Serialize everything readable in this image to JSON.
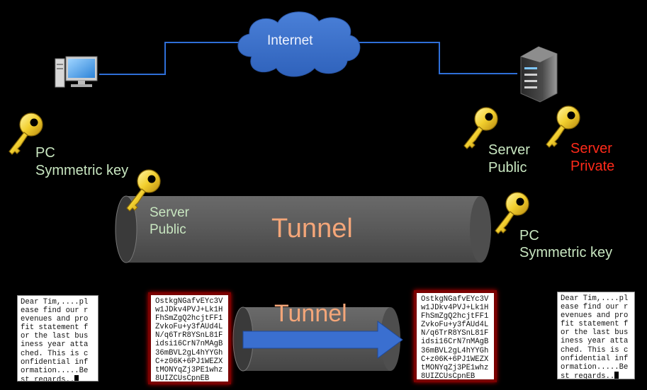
{
  "cloud": {
    "label": "Internet"
  },
  "keys": {
    "pc_left": {
      "line1": "PC",
      "line2": "Symmetric key"
    },
    "server_public_top": {
      "line1": "Server",
      "line2": "Public"
    },
    "server_private": {
      "line1": "Server",
      "line2": "Private"
    },
    "server_public_tunnel": {
      "line1": "Server",
      "line2": "Public"
    },
    "pc_right": {
      "line1": "PC",
      "line2": "Symmetric key"
    }
  },
  "tunnel": {
    "label_main": "Tunnel",
    "label_small": "Tunnel"
  },
  "documents": {
    "plaintext_left": "Dear Tim,....pl\nease find our r\nevenues and pro\nfit statement f\nor the last bus\niness year atta\nched. This is c\nonfidential inf\normation.....Be\nst regards..",
    "ciphertext_left": "OstkgNGafvEYc3V\nw1JDkv4PVJ+Lk1H\nFhSmZgQ2hcjtFF1\nZvkoFu+y3fAUd4L\nN/q6TrR8YSnL81F\nidsi16CrN7nMAgB\n36mBVL2gL4hYYGh\nC+z06K+6PJ1WEZX\ntMONYqZj3PE1whz\n8UIZCUsCpnEB",
    "ciphertext_right": "OstkgNGafvEYc3V\nw1JDkv4PVJ+Lk1H\nFhSmZgQ2hcjtFF1\nZvkoFu+y3fAUd4L\nN/q6TrR8YSnL81F\nidsi16CrN7nMAgB\n36mBVL2gL4hYYGh\nC+z06K+6PJ1WEZX\ntMONYqZj3PE1whz\n8UIZCUsCpnEB",
    "plaintext_right": "Dear Tim,....pl\nease find our r\nevenues and pro\nfit statement f\nor the last bus\niness year atta\nched. This is c\nonfidential inf\normation.....Be\nst regards.."
  },
  "colors": {
    "background": "#000000",
    "network_line": "#2f6fd8",
    "cloud": "#3d74d0",
    "tunnel": "#5b5b5b",
    "tunnel_label": "#f4a679",
    "key_label": "#c8e6c0",
    "private_label": "#ff2a1a",
    "arrow": "#3a6fd0",
    "cipher_border": "#7a0000"
  },
  "icons": [
    "desktop-computer-icon",
    "server-icon",
    "key-icon",
    "cloud-icon",
    "arrow-right-icon"
  ]
}
